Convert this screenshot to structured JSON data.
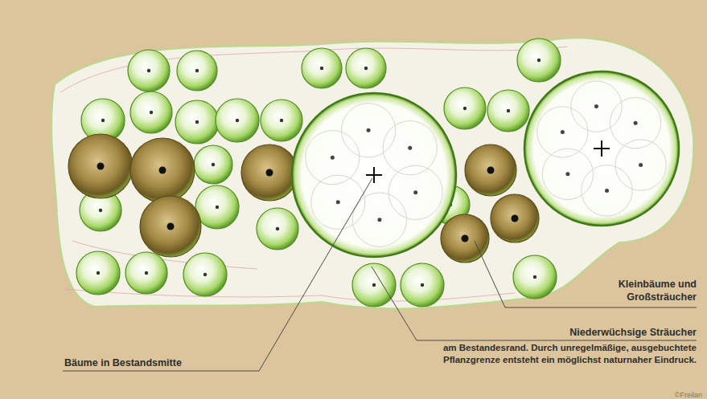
{
  "diagram": {
    "labels": [
      "Kleinbäume und Großsträucher",
      "Niederwüchsige Sträucher",
      "am Bestandesrand. Durch unregelmäßige, ausgebuchtete Pflanzgrenze entsteht ein möglichst naturnaher Eindruck.",
      "Bäume in Bestandsmitte",
      "©Freilan"
    ]
  }
}
